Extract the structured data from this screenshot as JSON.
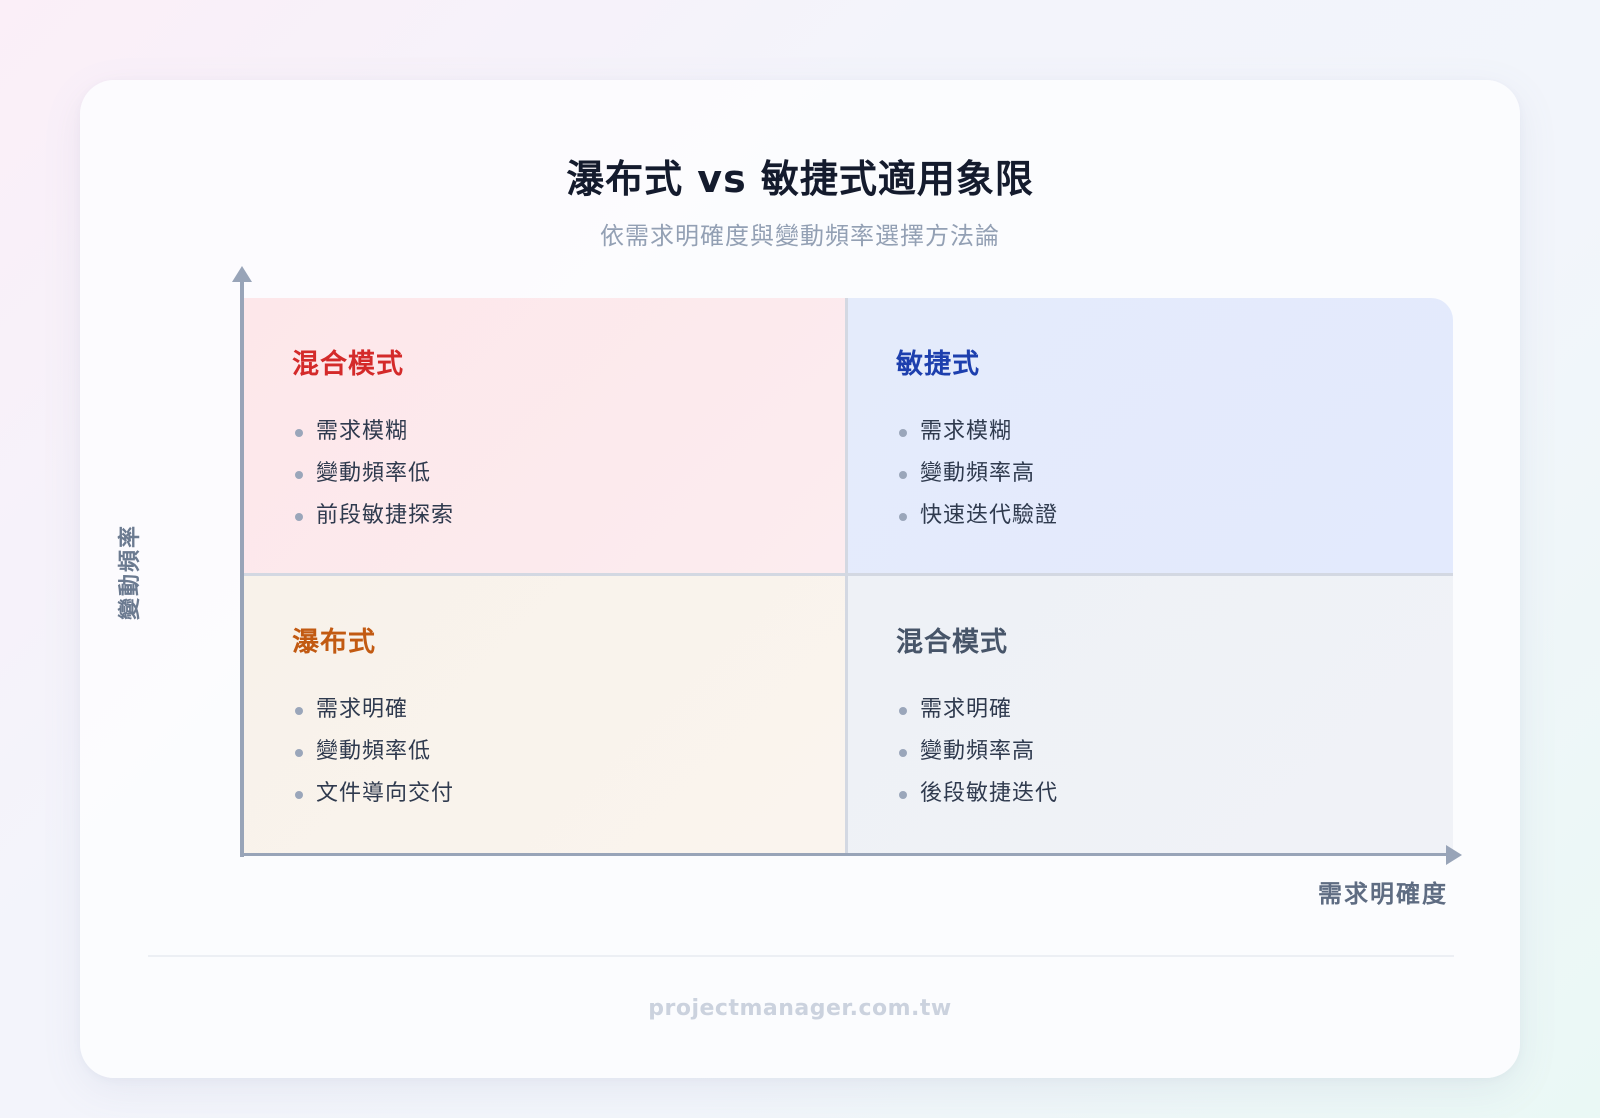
{
  "header": {
    "title": "瀑布式 vs 敏捷式適用象限",
    "subtitle": "依需求明確度與變動頻率選擇方法論"
  },
  "axes": {
    "y_label": "變動頻率",
    "x_label": "需求明確度"
  },
  "quadrants": {
    "top_left": {
      "title": "混合模式",
      "title_color": "#d42a2a",
      "items": [
        "需求模糊",
        "變動頻率低",
        "前段敏捷探索"
      ]
    },
    "top_right": {
      "title": "敏捷式",
      "title_color": "#1d3fae",
      "items": [
        "需求模糊",
        "變動頻率高",
        "快速迭代驗證"
      ]
    },
    "bottom_left": {
      "title": "瀑布式",
      "title_color": "#c25a12",
      "items": [
        "需求明確",
        "變動頻率低",
        "文件導向交付"
      ]
    },
    "bottom_right": {
      "title": "混合模式",
      "title_color": "#475569",
      "items": [
        "需求明確",
        "變動頻率高",
        "後段敏捷迭代"
      ]
    }
  },
  "footer": {
    "source": "projectmanager.com.tw"
  }
}
